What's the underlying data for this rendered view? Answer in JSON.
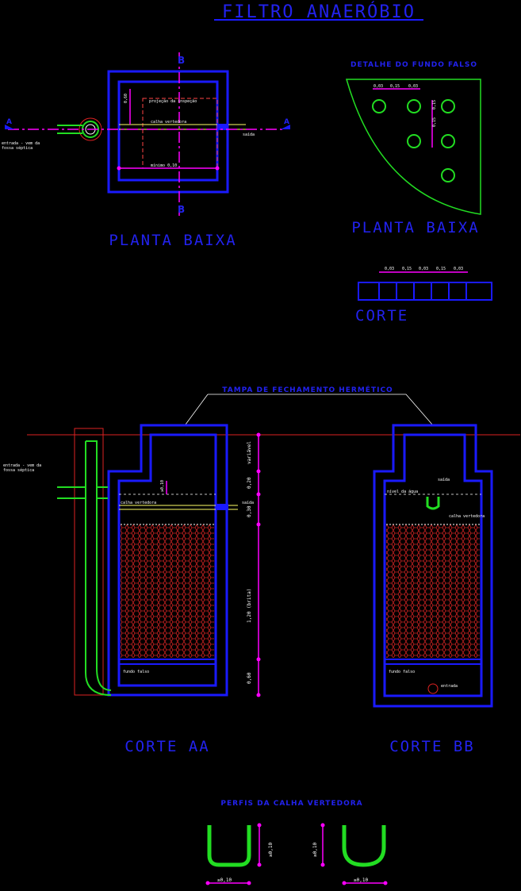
{
  "title": "FILTRO ANAERÓBIO",
  "plan": {
    "label": "PLANTA BAIXA",
    "section_a": "A",
    "section_b": "B",
    "inspection": "projeção da inspeção",
    "weir": "calha vertedora",
    "outlet": "saída",
    "inlet_1": "entrada - vem da",
    "inlet_2": "fossa séptica",
    "dim_min": "mínimo 0,10",
    "dim_side": "0,60"
  },
  "false_bottom": {
    "header": "DETALHE DO FUNDO FALSO",
    "label": "PLANTA BAIXA",
    "dims_top": [
      "0,03",
      "0,15",
      "0,03"
    ],
    "dims_side": [
      "0,15",
      "0,15"
    ]
  },
  "small_section": {
    "label": "CORTE",
    "dims": [
      "0,03",
      "0,15",
      "0,03",
      "0,15",
      "0,03"
    ]
  },
  "cover_note": "TAMPA DE FECHAMENTO HERMÉTICO",
  "section_aa": {
    "label": "CORTE AA",
    "inlet_1": "entrada - vem da",
    "inlet_2": "fossa séptica",
    "weir": "calha vertedora",
    "outlet": "saída",
    "false_bottom": "fundo falso",
    "dim_var": "variável",
    "dim_020": "0,20",
    "dim_030": "0,30",
    "dim_120": "1,20 (brita)",
    "dim_060": "0,60",
    "dim_010": "≥0,10"
  },
  "section_bb": {
    "label": "CORTE BB",
    "water": "nível da água",
    "outlet": "saída",
    "weir": "calha vertedora",
    "false_bottom": "fundo falso",
    "inlet": "entrada"
  },
  "weir_profiles": {
    "header": "PERFIS DA CALHA VERTEDORA",
    "dims": [
      "≥0,10",
      "≥0,10",
      "≥0,10",
      "≥0,10"
    ]
  },
  "colors": {
    "background": "#000000",
    "structure": "#1a1aff",
    "pipe": "#22dd22",
    "dimension": "#ff00ff",
    "outline": "#dd2222",
    "gravel": "#dd2222"
  }
}
